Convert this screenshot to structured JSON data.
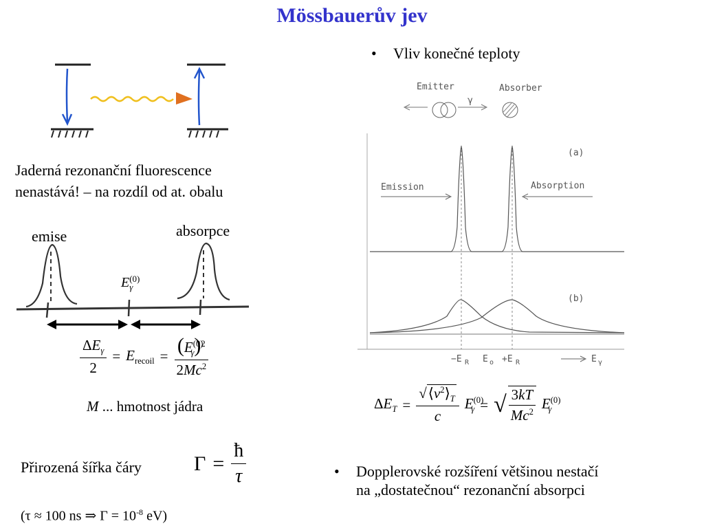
{
  "title": "Mössbauerův jev",
  "left": {
    "nrf_line1": "Jaderná rezonanční fluorescence",
    "nrf_line2": "nenastává! – na rozdíl od at. obalu",
    "label_emise": "emise",
    "label_absorpce": "absorpce",
    "recoil_formula_text": "ΔE_γ / 2 = E_recoil = (E_γ^(0))² / 2Mc²",
    "mass_var": "M",
    "mass_desc": " ... hmotnost jádra",
    "linewidth_label": "Přirozená šířka čáry",
    "linewidth_formula_text": "Γ = ħ / τ",
    "tau_note_prefix": "(τ ≈ 100 ns ⇒ Γ = 10",
    "tau_note_exp": "-8",
    "tau_note_suffix": " eV)"
  },
  "right": {
    "bullet1": "Vliv konečné teploty",
    "fig_emitter": "Emitter",
    "fig_absorber": "Absorber",
    "fig_gamma": "γ",
    "fig_a": "(a)",
    "fig_b": "(b)",
    "fig_emission": "Emission",
    "fig_absorption": "Absorption",
    "fig_axis_minus_er": "−E",
    "fig_axis_e0": "E",
    "fig_axis_plus_er": "+E",
    "fig_axis_egamma": "E",
    "doppler_formula_text": "ΔE_T = √⟨v²⟩_T / c · E_γ^(0) = √(3kT / Mc²) · E_γ^(0)",
    "bullet2_line1": "Dopplerovské rozšíření většinou nestačí",
    "bullet2_line2": "na „dostatečnou“ rezonanční absorpci"
  },
  "colors": {
    "title": "#3333cc",
    "emission_arrow": "#2255cc",
    "photon_wave": "#f0c020",
    "photon_head": "#e07020"
  }
}
